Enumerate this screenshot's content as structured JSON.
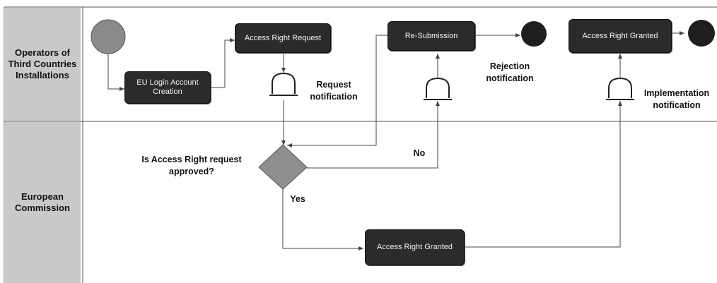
{
  "lanes": {
    "top": "Operators of Third Countries Installations",
    "bottom": "European Commission"
  },
  "boxes": {
    "eu_login": "EU Login Account Creation",
    "access_right_request": "Access Right Request",
    "resubmission": "Re-Submission",
    "access_right_granted_top": "Access Right Granted",
    "access_right_granted_bottom": "Access Right Granted"
  },
  "labels": {
    "request_notification": "Request notification",
    "rejection_notification": "Rejection notification",
    "implementation_notification": "Implementation notification",
    "decision_question": "Is Access Right request approved?",
    "no": "No",
    "yes": "Yes"
  },
  "colors": {
    "start_event": "#8a8a8a",
    "end_event": "#1e1e1e",
    "task": "#2b2b2b",
    "gateway": "#8f8f8f",
    "lane_header": "#c9c9c9"
  }
}
